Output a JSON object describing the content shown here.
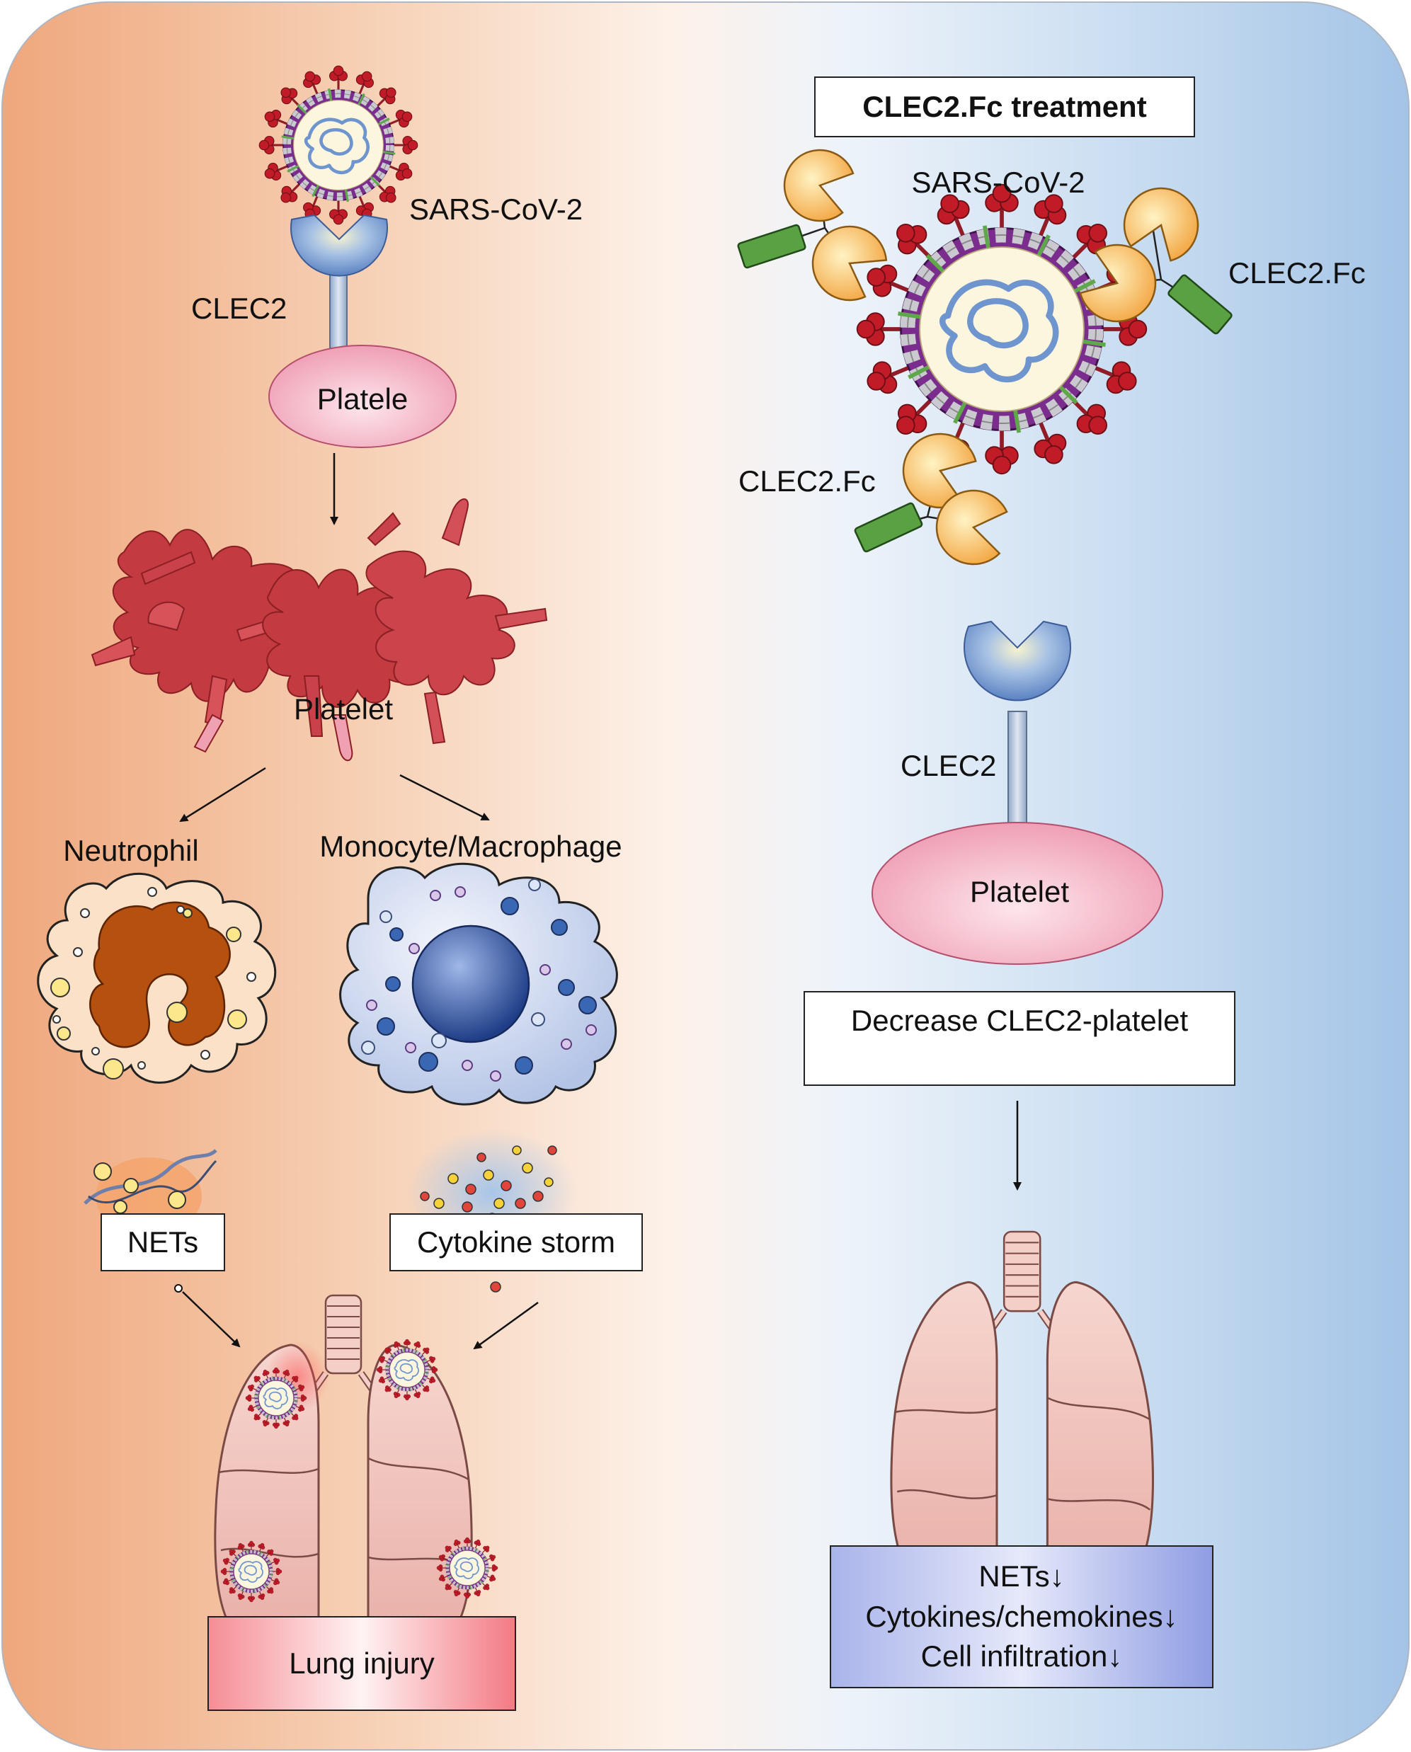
{
  "left_panel": {
    "virus_label": "SARS-CoV-2",
    "receptor_label": "CLEC2",
    "resting_platelet_label": "Platele",
    "activated_platelet_label": "Platelet",
    "neutrophil_label": "Neutrophil",
    "macrophage_label": "Monocyte/Macrophage",
    "nets_box": "NETs",
    "cytokine_box": "Cytokine storm",
    "outcome_box": "Lung injury"
  },
  "right_panel": {
    "title_box": "CLEC2.Fc treatment",
    "virus_label": "SARS-CoV-2",
    "fc_label_right": "CLEC2.Fc",
    "fc_label_left": "CLEC2.Fc",
    "receptor_label": "CLEC2",
    "platelet_label": "Platelet",
    "effect_box": "Decrease CLEC2-platelet",
    "outcome_lines": [
      "NETs↓",
      "Cytokines/chemokines↓",
      "Cell infiltration↓"
    ]
  },
  "colors": {
    "left_bg": "#f2b48a",
    "right_bg": "#a9c8e8",
    "platelet_pink": "#f4b6c6",
    "activated_platelet": "#c8363f",
    "receptor_blue": "#6d93cf",
    "neutrophil_nucleus": "#b5500f",
    "macrophage_nucleus": "#2c4f96",
    "lung_pink": "#f0c3bc",
    "virus_red": "#c21b28",
    "virus_purple": "#7b2d8e",
    "fc_green": "#4e9a3b",
    "fc_yellow": "#f7b843"
  }
}
